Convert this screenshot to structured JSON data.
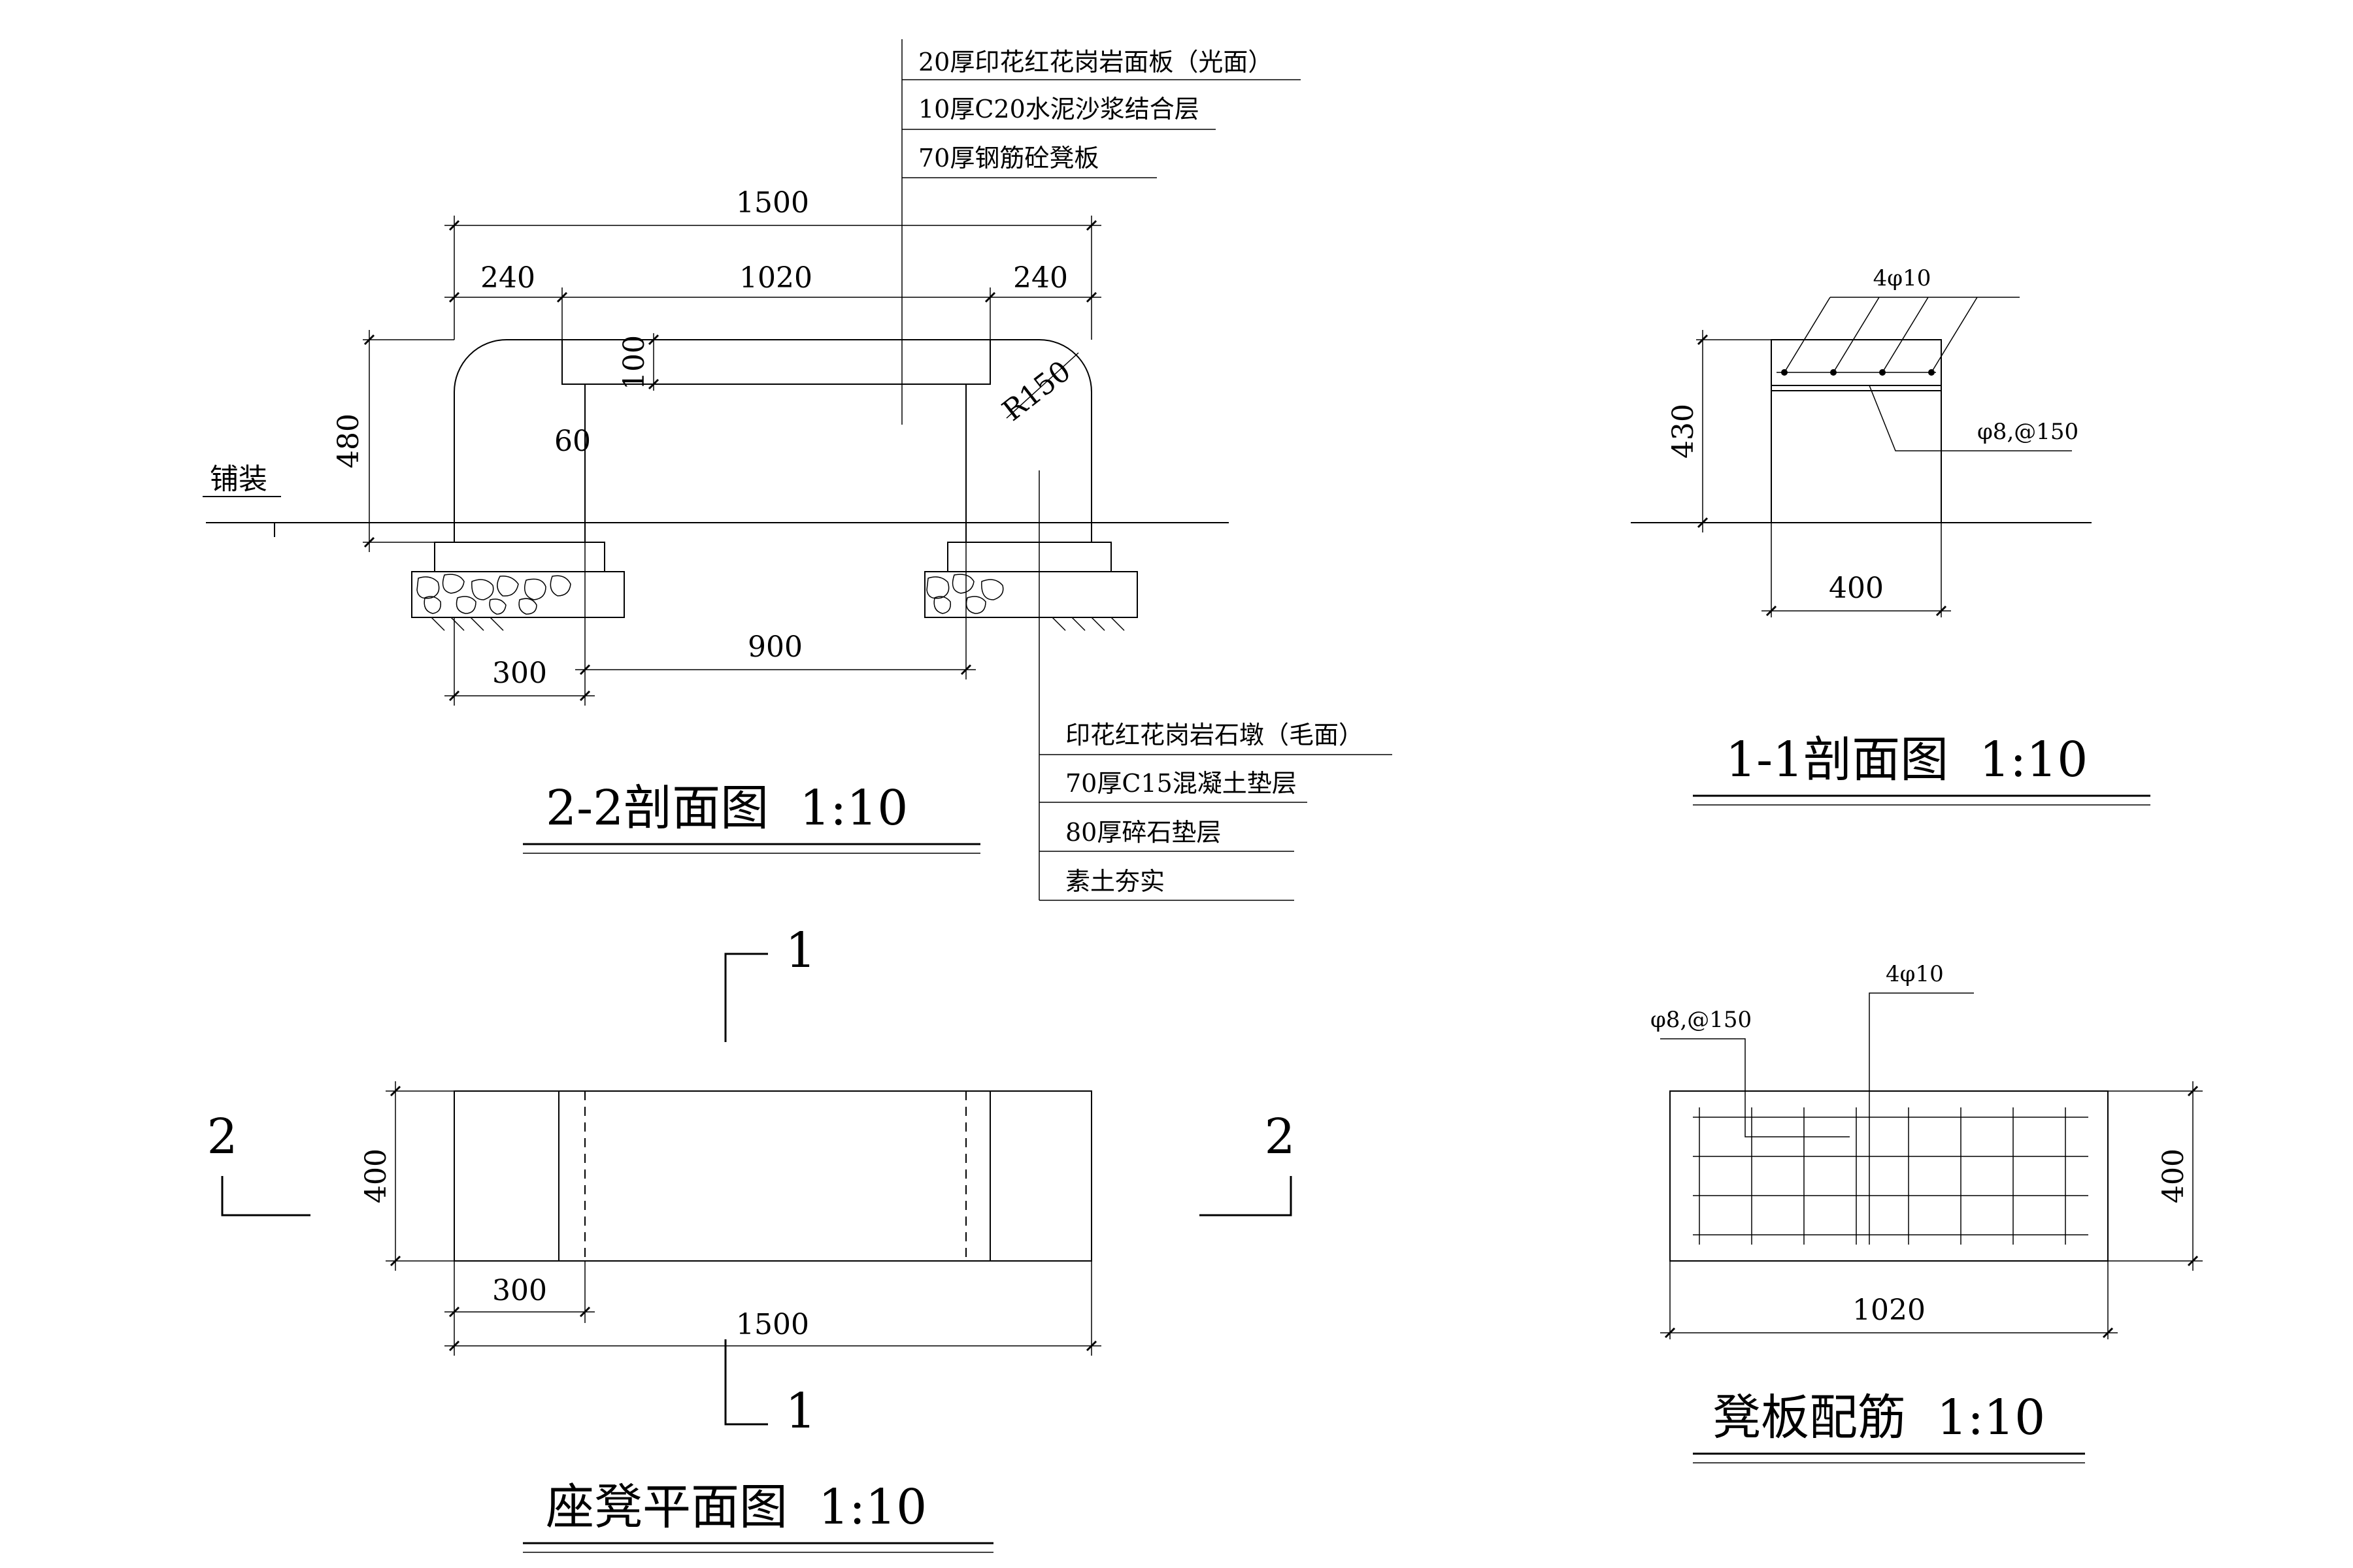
{
  "section22": {
    "title": "2-2剖面图  1:10",
    "dims": {
      "overall": "1500",
      "left": "240",
      "mid": "1020",
      "right": "240",
      "height": "480",
      "slab": "100",
      "ledge": "60",
      "radius": "R150",
      "base_left": "300",
      "base_span": "900"
    },
    "paving_label": "铺装",
    "top_notes": [
      "20厚印花红花岗岩面板（光面）",
      "10厚C20水泥沙浆结合层",
      "70厚钢筋砼凳板"
    ],
    "bottom_notes": [
      "印花红花岗岩石墩（毛面）",
      "70厚C15混凝土垫层",
      "80厚碎石垫层",
      "素土夯实"
    ]
  },
  "section11": {
    "title": "1-1剖面图  1:10",
    "bar_top": "4φ10",
    "bar_stirrup": "φ8,@150",
    "height": "430",
    "width": "400"
  },
  "plan": {
    "title": "座凳平面图  1:10",
    "cut1": "1",
    "cut2": "2",
    "width": "400",
    "pier": "300",
    "length": "1500"
  },
  "rebar": {
    "title": "凳板配筋  1:10",
    "bar_main": "4φ10",
    "bar_stirrup": "φ8,@150",
    "width": "400",
    "length": "1020"
  }
}
